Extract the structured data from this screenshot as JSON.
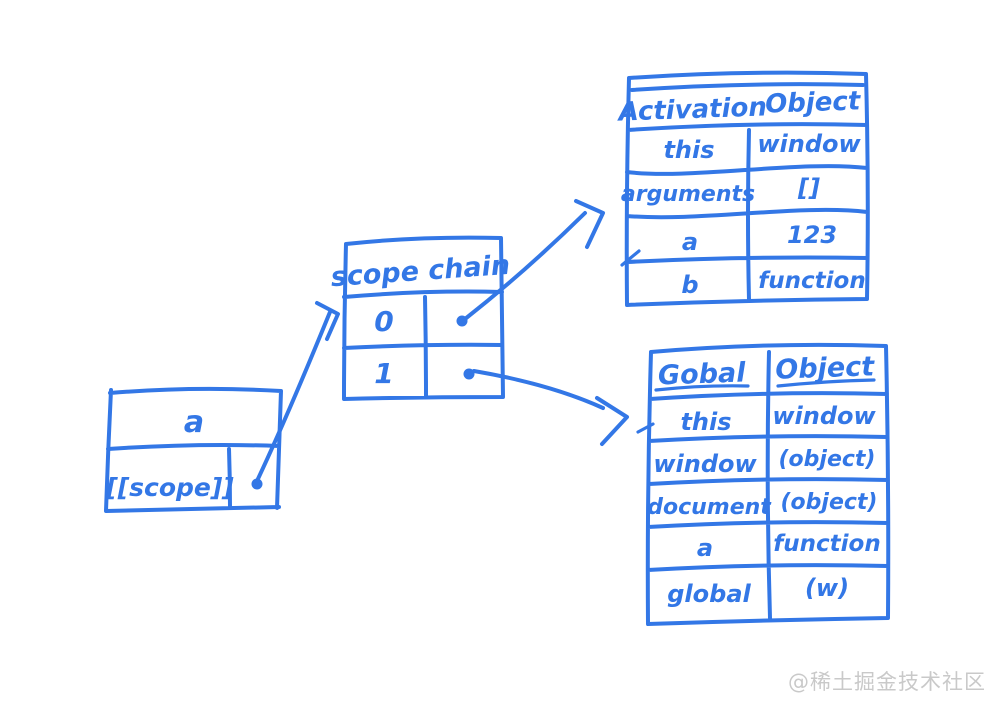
{
  "colors": {
    "ink": "#3377e6",
    "watermark": "#c9c9c9",
    "background": "#ffffff"
  },
  "box_a": {
    "name_label": "a",
    "scope_label": "[[scope]]"
  },
  "scope_chain": {
    "title": "scope chain",
    "index_0": "0",
    "index_1": "1"
  },
  "activation_object": {
    "title_words": [
      "Activation",
      "Object"
    ],
    "rows": [
      [
        "this",
        "window"
      ],
      [
        "arguments",
        "[]"
      ],
      [
        "a",
        "123"
      ],
      [
        "b",
        "function"
      ]
    ]
  },
  "global_object": {
    "title_words": [
      "Gobal",
      "Object"
    ],
    "rows": [
      [
        "this",
        "window"
      ],
      [
        "window",
        "(object)"
      ],
      [
        "document",
        "(object)"
      ],
      [
        "a",
        "function"
      ],
      [
        "global",
        "(w)"
      ]
    ]
  },
  "watermark": "@稀土掘金技术社区"
}
